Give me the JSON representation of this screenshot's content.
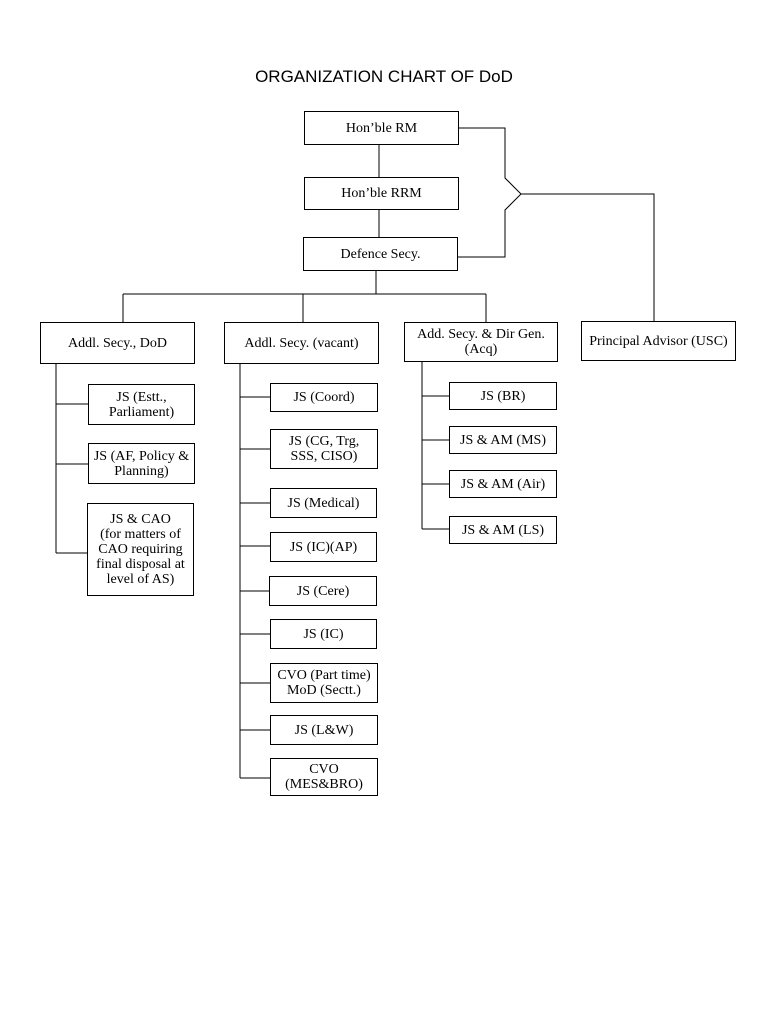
{
  "title": "ORGANIZATION CHART OF DoD",
  "nodes": {
    "rm": "Hon’ble RM",
    "rrm": "Hon’ble RRM",
    "def_secy": "Defence Secy.",
    "as_dod": "Addl. Secy., DoD",
    "as_vacant": "Addl. Secy. (vacant)",
    "as_acq": "Add. Secy. & Dir Gen.\n(Acq)",
    "pa_usc": "Principal Advisor (USC)",
    "js_estt": "JS (Estt.,\nParliament)",
    "js_af": "JS (AF, Policy &\nPlanning)",
    "js_cao": "JS & CAO\n(for matters of\nCAO requiring\nfinal disposal at\nlevel of AS)",
    "js_coord": "JS (Coord)",
    "js_cg": "JS (CG, Trg,\nSSS, CISO)",
    "js_medical": "JS (Medical)",
    "js_ic_ap": "JS (IC)(AP)",
    "js_cere": "JS (Cere)",
    "js_ic": "JS (IC)",
    "cvo_part": "CVO (Part time)\nMoD (Sectt.)",
    "js_lw": "JS (L&W)",
    "cvo_mes": "CVO\n(MES&BRO)",
    "js_br": "JS (BR)",
    "js_am_ms": "JS & AM (MS)",
    "js_am_air": "JS & AM (Air)",
    "js_am_ls": "JS & AM (LS)"
  }
}
